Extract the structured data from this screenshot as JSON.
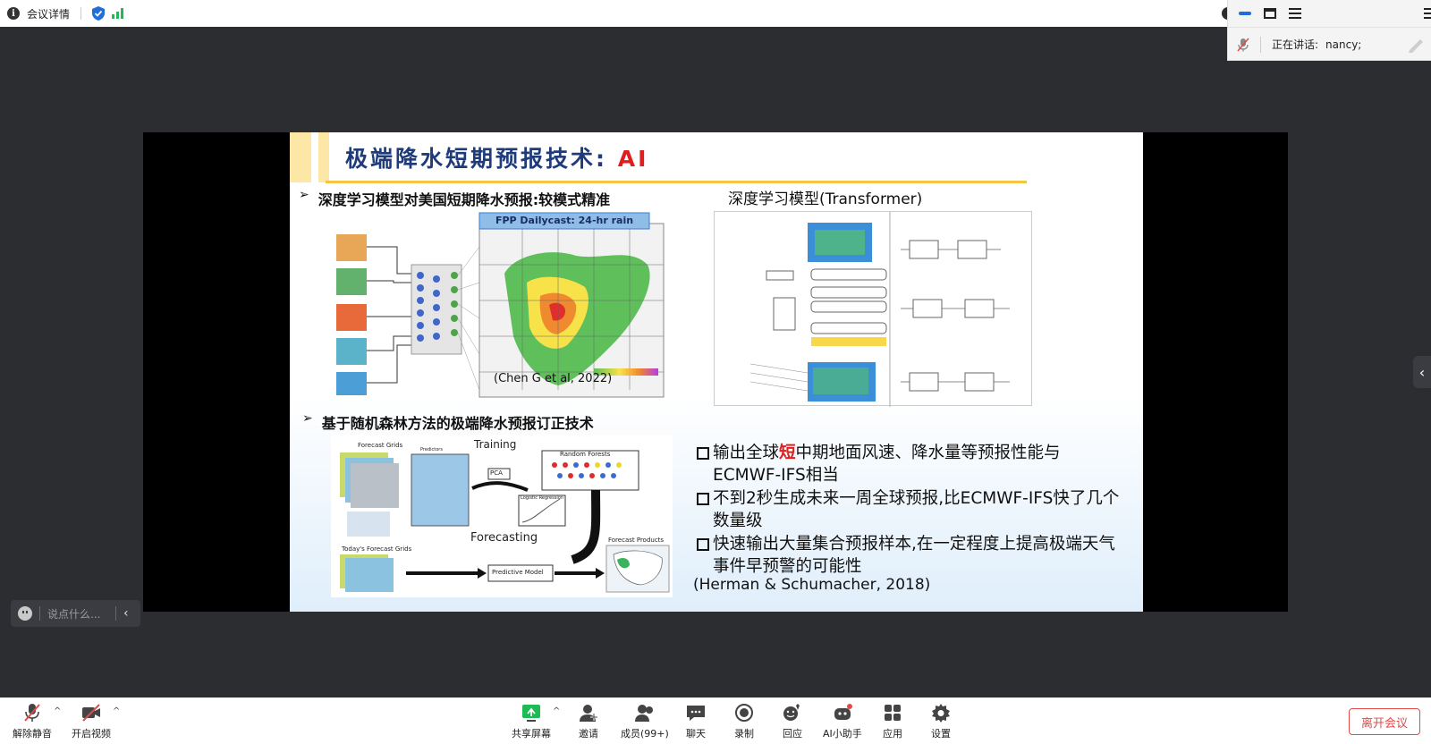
{
  "topbar": {
    "title": "会议详情",
    "shield_color": "#1e6fd9",
    "signal_color": "#1fb955"
  },
  "speaker_panel": {
    "speaking_label": "正在讲话:",
    "speaker_name": "nancy;"
  },
  "slide": {
    "title_main": "极端降水短期预报技术:",
    "title_ai": "AI",
    "bullet1": "深度学习模型对美国短期降水预报:较模式精准",
    "bullet1_arrow": "➢",
    "transformer_label": "深度学习模型(Transformer)",
    "map_header": "FPP Dailycast: 24-hr rain",
    "map_caption": "(Chen G et al, 2022)",
    "bullet2": "基于随机森林方法的极端降水预报订正技术",
    "bullet2_arrow": "➢",
    "rf_training": "Training",
    "rf_forecasting": "Forecasting",
    "rf_random_forests": "Random Forests",
    "rf_pca": "PCA",
    "rf_logistic": "Logistic Regression",
    "rf_forecast_grids": "Forecast Grids",
    "rf_today_grids": "Today's Forecast Grids",
    "rf_predictive": "Predictive Model",
    "rf_products": "Forecast Products",
    "rf_predictors": "Predictors",
    "stats": [
      {
        "before": "输出全球",
        "highlight": "短",
        "after": "中期地面风速、降水量等预报性能与ECMWF-IFS相当"
      },
      {
        "before": "不到2秒生成未来一周全球预报,比ECMWF-IFS快了几个数量级",
        "highlight": "",
        "after": ""
      },
      {
        "before": "快速输出大量集合预报样本,在一定程度上提高极端天气事件早预警的可能性",
        "highlight": "",
        "after": ""
      }
    ],
    "citation": "(Herman & Schumacher, 2018)"
  },
  "chat": {
    "placeholder": "说点什么..."
  },
  "toolbar": {
    "unmute": "解除静音",
    "start_video": "开启视频",
    "share_screen": "共享屏幕",
    "invite": "邀请",
    "members": "成员(99+)",
    "chat": "聊天",
    "record": "录制",
    "reactions": "回应",
    "ai_assistant": "AI小助手",
    "apps": "应用",
    "settings": "设置",
    "leave": "离开会议"
  }
}
